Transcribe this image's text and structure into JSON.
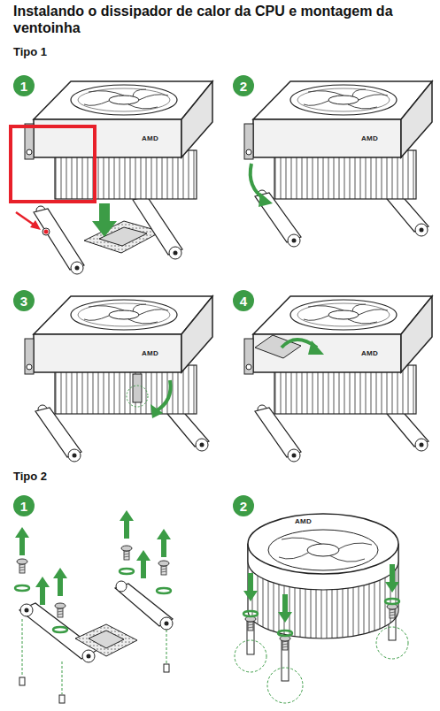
{
  "diagram": {
    "title": "Instalando o dissipador de calor da CPU e montagem da ventoinha",
    "nodes": [
      {
        "text": [
          "1"
        ]
      },
      {
        "text": [
          "2"
        ]
      },
      {
        "text": [
          "3"
        ]
      },
      {
        "text": [
          "4"
        ]
      },
      {
        "text": [
          "1"
        ]
      },
      {
        "text": [
          "2"
        ]
      }
    ],
    "labels": [
      "Tipo 1",
      "AMD",
      "AMD",
      "AMD",
      "AMD",
      "Tipo 2",
      "AMD"
    ]
  }
}
